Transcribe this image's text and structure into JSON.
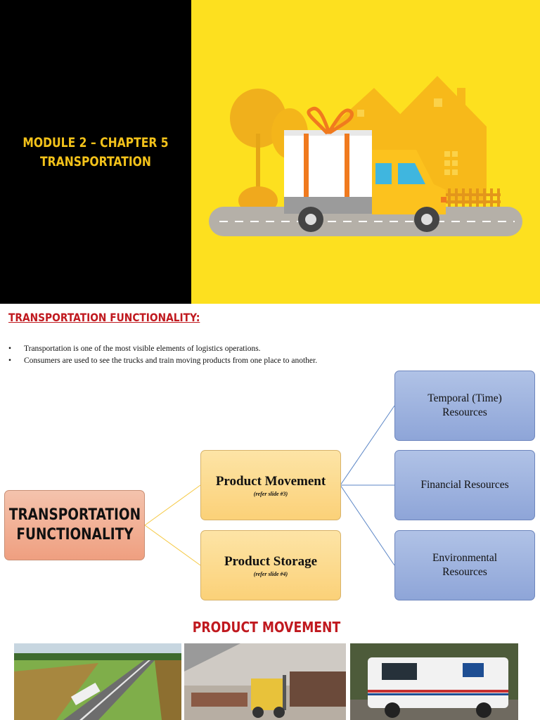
{
  "slide1": {
    "title_line1": "MODULE 2 – CHAPTER 5",
    "title_line2": "TRANSPORTATION"
  },
  "slide2": {
    "heading": "TRANSPORTATION FUNCTIONALITY:",
    "bullets": [
      "Transportation is one of the most visible elements of  logistics operations.",
      "Consumers are used to see the trucks and train moving products from one place to another."
    ],
    "diagram": {
      "root_line1": "TRANSPORTATION",
      "root_line2": "FUNCTIONALITY",
      "movement": {
        "title": "Product Movement",
        "note": "(refer slide #3)"
      },
      "storage": {
        "title": "Product Storage",
        "note": "(refer slide #4)"
      },
      "resources": [
        {
          "line1": "Temporal (Time)",
          "line2": "Resources"
        },
        {
          "line1": "Financial Resources",
          "line2": ""
        },
        {
          "line1": "Environmental",
          "line2": "Resources"
        }
      ]
    }
  },
  "slide3": {
    "heading": "PRODUCT MOVEMENT"
  },
  "colors": {
    "accent_red": "#c0191f",
    "title_yellow": "#f3c21a",
    "background_yellow": "#fde01f"
  }
}
